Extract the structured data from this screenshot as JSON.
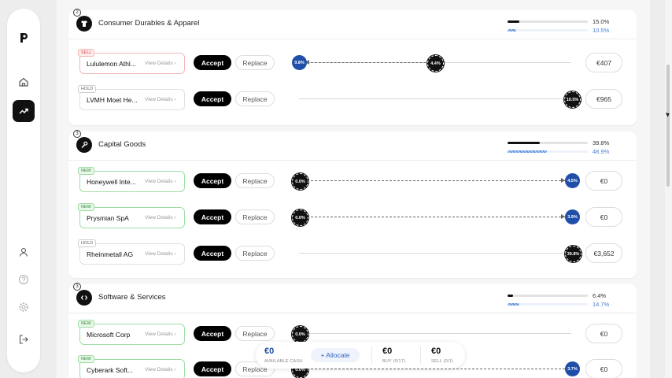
{
  "app": {
    "logo": "P"
  },
  "sidebar": {
    "items": [
      {
        "name": "home-icon",
        "active": false
      },
      {
        "name": "trending-icon",
        "active": true
      }
    ],
    "bottom": [
      "user-icon",
      "help-icon",
      "settings-icon",
      "logout-icon"
    ]
  },
  "colors": {
    "accent": "#1f4fa8",
    "sell": "#d44444",
    "new": "#2a8a35",
    "black": "#111111"
  },
  "sectors": [
    {
      "number": "2",
      "title": "Consumer Durables & Apparel",
      "icon": "shirt-icon",
      "current_pct": "15.0%",
      "target_pct": "10.5%",
      "current_value": 0.15,
      "target_value": 0.105,
      "rows": [
        {
          "tag": "SELL",
          "name": "Lululemon Athl...",
          "details": "View Details",
          "accept": "Accept",
          "replace": "Replace",
          "from": "4.4%",
          "to": "0.8%",
          "amount": "€407"
        },
        {
          "tag": "HOLD",
          "name": "LVMH Moet He...",
          "details": "View Details",
          "accept": "Accept",
          "replace": "Replace",
          "from": "10.5%",
          "to": "",
          "amount": "€965"
        }
      ]
    },
    {
      "number": "3",
      "title": "Capital Goods",
      "icon": "wrench-icon",
      "current_pct": "39.8%",
      "target_pct": "48.9%",
      "current_value": 0.398,
      "target_value": 0.489,
      "rows": [
        {
          "tag": "NEW",
          "name": "Honeywell Inte...",
          "details": "View Details",
          "accept": "Accept",
          "replace": "Replace",
          "from": "0.0%",
          "to": "4.5%",
          "amount": "€0"
        },
        {
          "tag": "NEW",
          "name": "Prysmian SpA",
          "details": "View Details",
          "accept": "Accept",
          "replace": "Replace",
          "from": "0.0%",
          "to": "3.9%",
          "amount": "€0"
        },
        {
          "tag": "HOLD",
          "name": "Rheinmetall AG",
          "details": "View Details",
          "accept": "Accept",
          "replace": "Replace",
          "from": "39.8%",
          "to": "",
          "amount": "€3,652"
        }
      ]
    },
    {
      "number": "3",
      "title": "Software & Services",
      "icon": "code-icon",
      "current_pct": "6.4%",
      "target_pct": "14.7%",
      "current_value": 0.064,
      "target_value": 0.147,
      "rows": [
        {
          "tag": "NEW",
          "name": "Microsoft Corp",
          "details": "View Details",
          "accept": "Accept",
          "replace": "Replace",
          "from": "0.0%",
          "to": "",
          "amount": "€0"
        },
        {
          "tag": "NEW",
          "name": "Cyberark Soft...",
          "details": "View Details",
          "accept": "Accept",
          "replace": "Replace",
          "from": "0.0%",
          "to": "3.7%",
          "amount": "€0"
        }
      ]
    }
  ],
  "footer": {
    "cash_value": "€0",
    "cash_label": "AVAILABLE CASH",
    "allocate_label": "+ Allocate",
    "buy_value": "€0",
    "buy_label": "BUY (0/17)",
    "sell_value": "€0",
    "sell_label": "SELL (0/1)"
  }
}
